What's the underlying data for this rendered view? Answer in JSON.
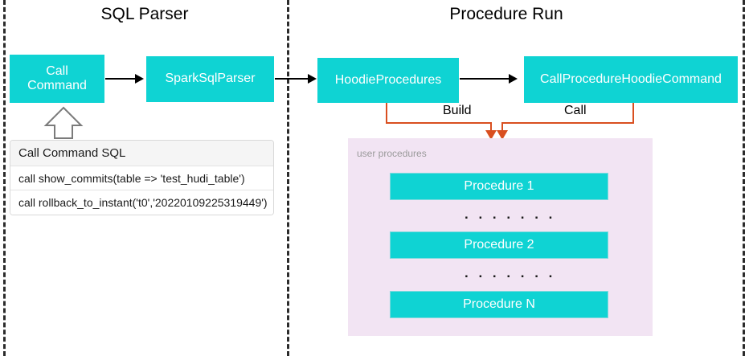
{
  "diagram": {
    "title_left": "SQL Parser",
    "title_right": "Procedure Run"
  },
  "left_section": {
    "boxes": [
      {
        "label": "Call\nCommand",
        "name": "call-command"
      },
      {
        "label": "SparkSqlParser",
        "name": "spark-sql-parser"
      }
    ],
    "sql_table": {
      "header": "Call Command SQL",
      "rows": [
        "call show_commits(table => 'test_hudi_table')",
        "call rollback_to_instant('t0','20220109225319449')"
      ]
    }
  },
  "right_section": {
    "boxes": [
      {
        "label": "HoodieProcedures",
        "name": "hoodie-procedures"
      },
      {
        "label": "CallProcedureHoodieCommand",
        "name": "call-procedure-hoodie-command"
      }
    ],
    "connector_labels": {
      "build": "Build",
      "call": "Call"
    },
    "procedures_panel": {
      "title": "user procedures",
      "items": [
        {
          "label": "Procedure 1"
        },
        {
          "label": "Procedure 2"
        },
        {
          "label": "Procedure N"
        }
      ],
      "ellipsis": ". . . . . . ."
    }
  },
  "colors": {
    "box_teal": "#0FD3D3",
    "connector_orange": "#D94F20",
    "panel_purple": "#F2E4F3",
    "divider": "#2B2B2B",
    "muted_text": "#9A9A9A"
  }
}
